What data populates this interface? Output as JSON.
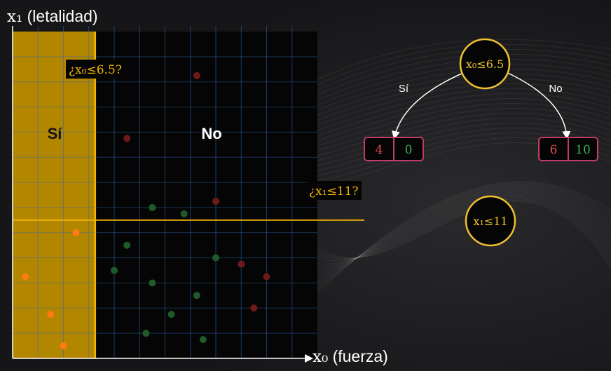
{
  "axes": {
    "ylabel_var": "x₁",
    "ylabel_text": "(letalidad)",
    "xlabel_var": "x₀",
    "xlabel_text": "(fuerza)"
  },
  "regions": {
    "left_label": "Sí",
    "right_label": "No"
  },
  "split_labels": {
    "vertical": "¿x₀≤6.5?",
    "horizontal": "¿x₁≤11?"
  },
  "tree": {
    "root": {
      "label": "x₀≤6.5"
    },
    "edge_left": "Sí",
    "edge_right": "No",
    "left_leaf": {
      "counts": [
        "4",
        "0"
      ]
    },
    "right_leaf": {
      "counts": [
        "6",
        "10"
      ]
    },
    "second_node": {
      "label": "x₁≤11"
    }
  },
  "colors": {
    "background": "#1c1c1e",
    "highlight_region": "#b38600",
    "split_line": "#f2b705",
    "plot_dark": "#050505",
    "grid": "#2e6bb0",
    "node_border": "#f0c030",
    "leaf_border": "#c23b6c",
    "count_red": "#e05050",
    "count_green": "#3cb35a",
    "point_orange": "#ff7a10",
    "point_red": "#6e1a1a",
    "point_green": "#1f5a2a"
  },
  "chart_data": {
    "type": "scatter",
    "xlabel": "x₀ (fuerza)",
    "ylabel": "x₁ (letalidad)",
    "xlim": [
      0,
      24
    ],
    "ylim": [
      0,
      26
    ],
    "splits": [
      {
        "axis": "x0",
        "value": 6.5
      },
      {
        "axis": "x1",
        "value": 11
      }
    ],
    "series": [
      {
        "class": "orange",
        "points": [
          [
            1,
            6.5
          ],
          [
            3,
            3.5
          ],
          [
            4,
            1
          ],
          [
            5,
            10
          ]
        ]
      },
      {
        "class": "red",
        "points": [
          [
            14.5,
            22.5
          ],
          [
            9,
            17.5
          ],
          [
            16,
            12.5
          ],
          [
            18,
            7.5
          ],
          [
            19,
            4
          ],
          [
            20,
            6.5
          ]
        ]
      },
      {
        "class": "green",
        "points": [
          [
            11,
            12
          ],
          [
            13.5,
            11.5
          ],
          [
            9,
            9
          ],
          [
            16,
            8
          ],
          [
            8,
            7
          ],
          [
            11,
            6
          ],
          [
            14.5,
            5
          ],
          [
            12.5,
            3.5
          ],
          [
            10.5,
            2
          ],
          [
            15,
            1.5
          ]
        ]
      }
    ]
  }
}
